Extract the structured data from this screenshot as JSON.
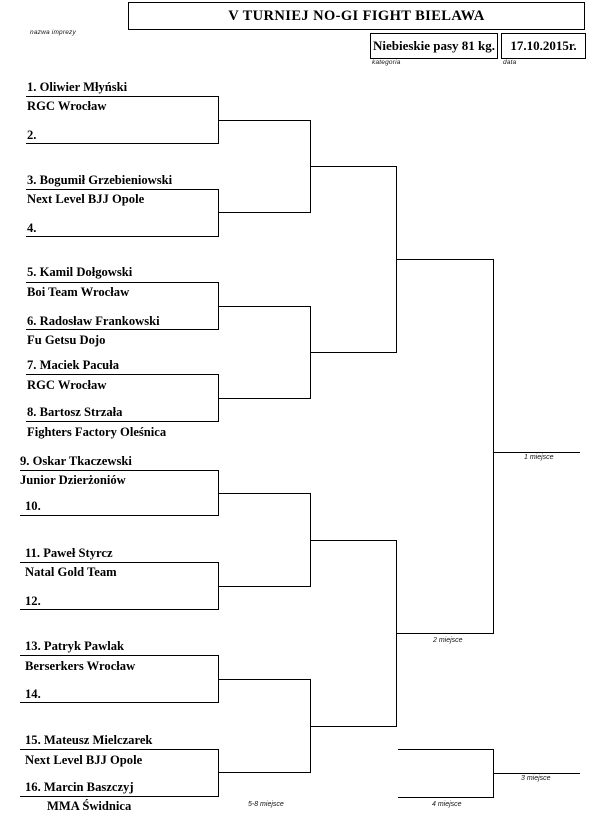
{
  "header": {
    "title": "V TURNIEJ NO-GI FIGHT BIELAWA",
    "title_caption": "nazwa imprezy",
    "category": "Niebieskie pasy 81 kg.",
    "category_caption": "kategoria",
    "date": "17.10.2015r.",
    "date_caption": "data"
  },
  "bracket": {
    "type": "single-elimination-16",
    "competitors": [
      {
        "seed": "1.",
        "name": "Oliwier Młyński",
        "club": "RGC Wrocław"
      },
      {
        "seed": "2.",
        "name": "",
        "club": ""
      },
      {
        "seed": "3.",
        "name": "Bogumił Grzebieniowski",
        "club": "Next Level BJJ Opole"
      },
      {
        "seed": "4.",
        "name": "",
        "club": ""
      },
      {
        "seed": "5.",
        "name": "Kamil Dołgowski",
        "club": "Boi Team Wrocław"
      },
      {
        "seed": "6.",
        "name": "Radosław Frankowski",
        "club": "Fu Getsu Dojo"
      },
      {
        "seed": "7.",
        "name": "Maciek Pacuła",
        "club": "RGC Wrocław"
      },
      {
        "seed": "8.",
        "name": "Bartosz Strzała",
        "club": "Fighters Factory Oleśnica"
      },
      {
        "seed": "9.",
        "name": "Oskar Tkaczewski",
        "club": "Junior Dzierżoniów"
      },
      {
        "seed": "10.",
        "name": "",
        "club": ""
      },
      {
        "seed": "11.",
        "name": "Paweł Styrcz",
        "club": "Natal Gold Team"
      },
      {
        "seed": "12.",
        "name": "",
        "club": ""
      },
      {
        "seed": "13.",
        "name": "Patryk Pawlak",
        "club": "Berserkers Wrocław"
      },
      {
        "seed": "14.",
        "name": "",
        "club": ""
      },
      {
        "seed": "15.",
        "name": "Mateusz Mielczarek",
        "club": "Next Level BJJ Opole"
      },
      {
        "seed": "16.",
        "name": "Marcin Baszczyj",
        "club": "MMA Świdnica"
      }
    ],
    "entries": [
      {
        "label": "1. Oliwier Młyński"
      },
      {
        "label": "2."
      },
      {
        "label": "3. Bogumił Grzebieniowski"
      },
      {
        "label": "4."
      },
      {
        "label": "5. Kamil Dołgowski"
      },
      {
        "label": "6. Radosław Frankowski"
      },
      {
        "label": "7. Maciek Pacuła"
      },
      {
        "label": "8. Bartosz Strzała"
      },
      {
        "label": "9. Oskar Tkaczewski"
      },
      {
        "label": "10."
      },
      {
        "label": "11. Paweł Styrcz"
      },
      {
        "label": "12."
      },
      {
        "label": "13. Patryk Pawlak"
      },
      {
        "label": "14."
      },
      {
        "label": "15. Mateusz Mielczarek"
      },
      {
        "label": "16. Marcin Baszczyj"
      }
    ],
    "clubs": [
      {
        "label": "RGC Wrocław"
      },
      {
        "label": "Next Level BJJ Opole"
      },
      {
        "label": "Boi Team Wrocław"
      },
      {
        "label": "Fu Getsu Dojo"
      },
      {
        "label": "RGC Wrocław"
      },
      {
        "label": "Fighters Factory Oleśnica"
      },
      {
        "label": "Junior Dzierżoniów"
      },
      {
        "label": "Natal Gold Team"
      },
      {
        "label": "Berserkers Wrocław"
      },
      {
        "label": "Next Level BJJ Opole"
      },
      {
        "label": "MMA Świdnica"
      }
    ],
    "placements": {
      "first": "1 miejsce",
      "second": "2 miejsce",
      "third": "3 miejsce",
      "fourth": "4 miejsce",
      "fifth_to_eighth": "5-8 miejsce"
    }
  },
  "colors": {
    "line": "#000000",
    "background": "#ffffff",
    "text": "#000000"
  }
}
